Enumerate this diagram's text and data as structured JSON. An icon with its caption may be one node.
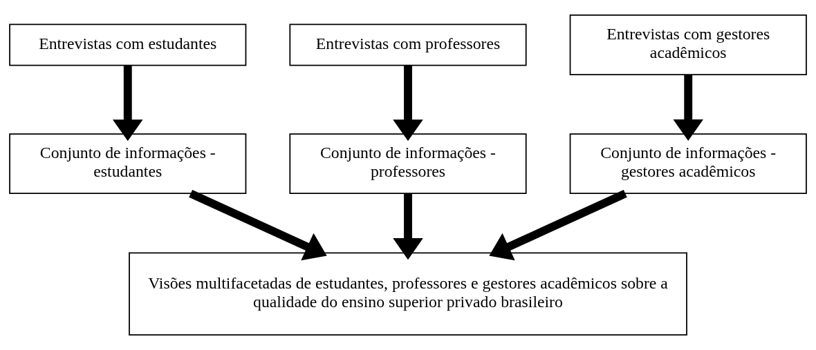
{
  "diagram": {
    "nodes": [
      {
        "text": [
          "Entrevistas com estudantes"
        ]
      },
      {
        "text": [
          "Entrevistas com professores"
        ]
      },
      {
        "text": [
          "Entrevistas com gestores acadêmicos"
        ]
      },
      {
        "text": [
          "Conjunto de informações - estudantes"
        ]
      },
      {
        "text": [
          "Conjunto de informações - professores"
        ]
      },
      {
        "text": [
          "Conjunto de informações - gestores acadêmicos"
        ]
      },
      {
        "text": [
          "Visões multifacetadas de estudantes, professores e gestores acadêmicos sobre a qualidade do ensino superior privado brasileiro"
        ]
      }
    ],
    "edges": [
      {
        "from": 0,
        "to": 3,
        "arrow": "to"
      },
      {
        "from": 1,
        "to": 4,
        "arrow": "to"
      },
      {
        "from": 2,
        "to": 5,
        "arrow": "to"
      },
      {
        "from": 3,
        "to": 6,
        "arrow": "to"
      },
      {
        "from": 4,
        "to": 6,
        "arrow": "to"
      },
      {
        "from": 5,
        "to": 6,
        "arrow": "to"
      }
    ]
  }
}
